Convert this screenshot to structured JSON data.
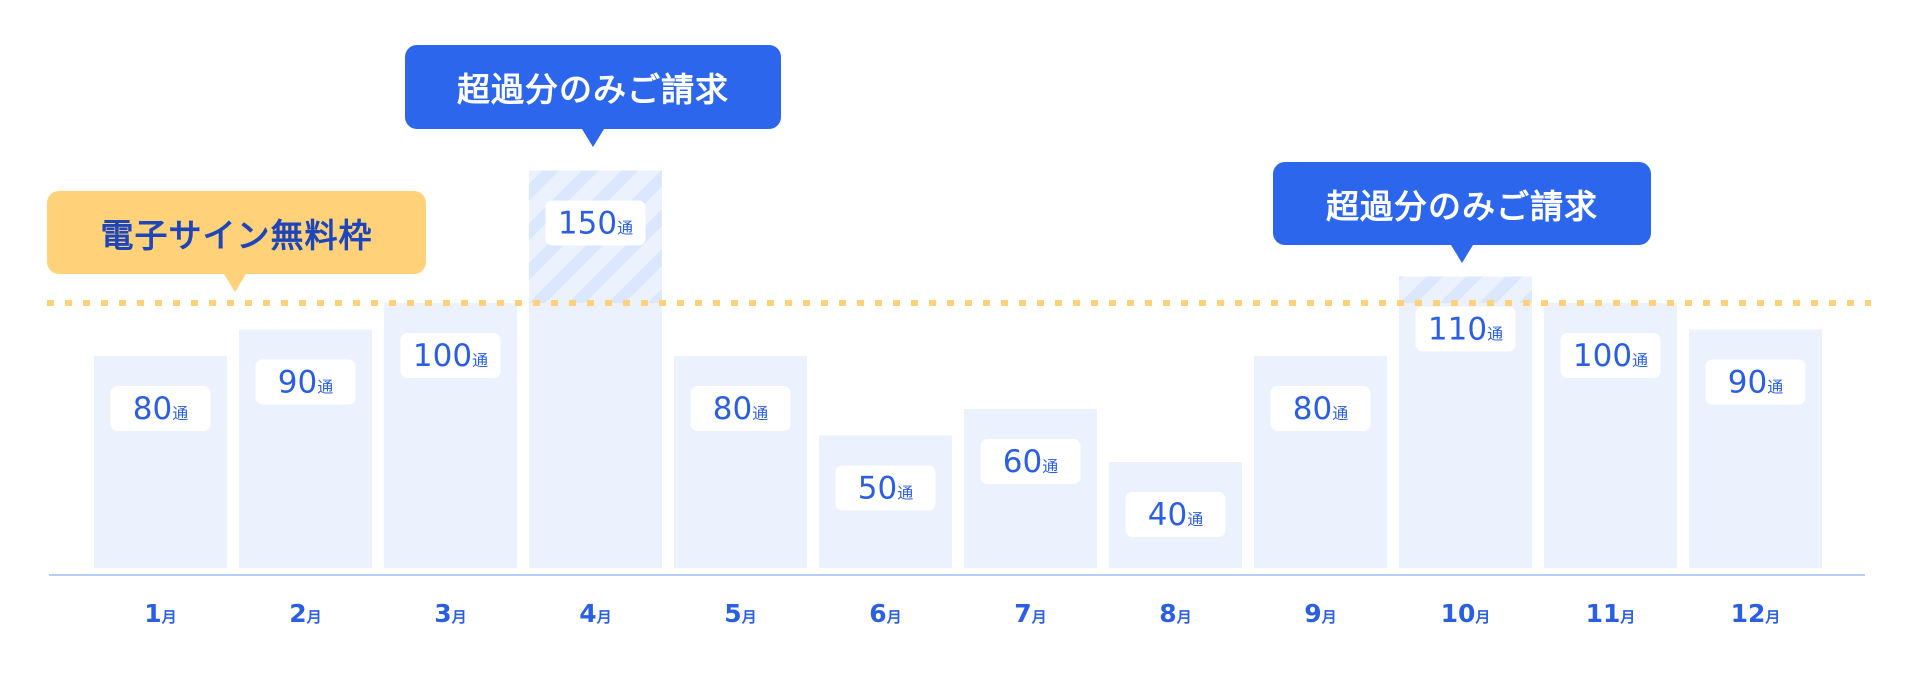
{
  "chart_data": {
    "type": "bar",
    "categories": [
      "1",
      "2",
      "3",
      "4",
      "5",
      "6",
      "7",
      "8",
      "9",
      "10",
      "11",
      "12"
    ],
    "category_suffix": "月",
    "values": [
      80,
      90,
      100,
      150,
      80,
      50,
      60,
      40,
      80,
      110,
      100,
      90
    ],
    "value_suffix": "通",
    "threshold": 100,
    "threshold_label": "電子サイン無料枠",
    "overage_label": "超過分のみご請求",
    "ylim": [
      0,
      150
    ],
    "grid": false,
    "colors": {
      "bar": "#ebf2fe",
      "hatch": "#dbe7fd",
      "label": "#2b5fe3",
      "threshold": "#ffd27a",
      "axis": "#b7cdfa",
      "callout_blue": "#2b66ec",
      "callout_yellow": "#ffd27a"
    }
  }
}
